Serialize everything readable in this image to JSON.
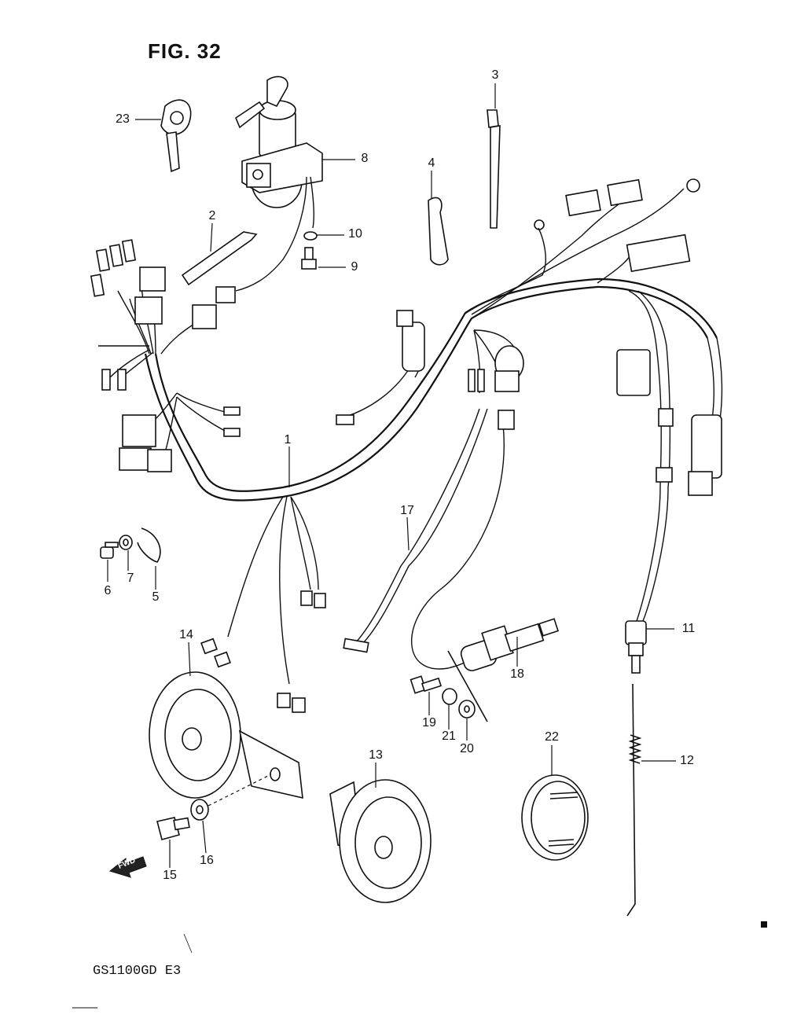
{
  "figure": {
    "title": "FIG. 32",
    "model_code": "GS1100GD E3",
    "fwd_label": "FWD"
  },
  "callouts": [
    {
      "id": "c1",
      "label": "1"
    },
    {
      "id": "c2",
      "label": "2"
    },
    {
      "id": "c3",
      "label": "3"
    },
    {
      "id": "c4",
      "label": "4"
    },
    {
      "id": "c5",
      "label": "5"
    },
    {
      "id": "c6",
      "label": "6"
    },
    {
      "id": "c7",
      "label": "7"
    },
    {
      "id": "c8",
      "label": "8"
    },
    {
      "id": "c9",
      "label": "9"
    },
    {
      "id": "c10",
      "label": "10"
    },
    {
      "id": "c11",
      "label": "11"
    },
    {
      "id": "c12",
      "label": "12"
    },
    {
      "id": "c13",
      "label": "13"
    },
    {
      "id": "c14",
      "label": "14"
    },
    {
      "id": "c15",
      "label": "15"
    },
    {
      "id": "c16",
      "label": "16"
    },
    {
      "id": "c17",
      "label": "17"
    },
    {
      "id": "c18",
      "label": "18"
    },
    {
      "id": "c19",
      "label": "19"
    },
    {
      "id": "c20",
      "label": "20"
    },
    {
      "id": "c21",
      "label": "21"
    },
    {
      "id": "c22",
      "label": "22"
    },
    {
      "id": "c23",
      "label": "23"
    }
  ]
}
